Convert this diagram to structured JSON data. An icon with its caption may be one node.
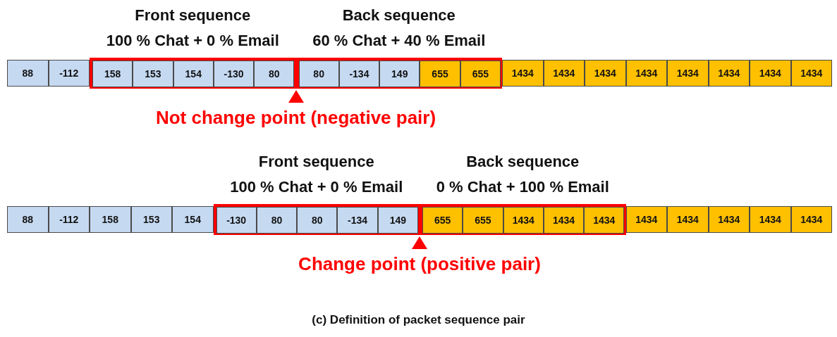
{
  "diagram": {
    "caption": "(c) Definition of packet sequence pair",
    "nodes": [
      {
        "text": [
          "88"
        ]
      },
      {
        "text": [
          "-112"
        ]
      },
      {
        "text": [
          "Front sequence",
          "100 % Chat + 0 % Email"
        ]
      },
      {
        "text": [
          "158"
        ],
        "in": 2
      },
      {
        "text": [
          "153"
        ],
        "in": 2
      },
      {
        "text": [
          "154"
        ],
        "in": 2
      },
      {
        "text": [
          "-130"
        ],
        "in": 2
      },
      {
        "text": [
          "80"
        ],
        "in": 2
      },
      {
        "text": [
          "Back sequence",
          "60 % Chat + 40 % Email"
        ]
      },
      {
        "text": [
          "80"
        ],
        "in": 8
      },
      {
        "text": [
          "-134"
        ],
        "in": 8
      },
      {
        "text": [
          "149"
        ],
        "in": 8
      },
      {
        "text": [
          "655"
        ],
        "in": 8
      },
      {
        "text": [
          "655"
        ],
        "in": 8
      },
      {
        "text": [
          "1434"
        ]
      },
      {
        "text": [
          "1434"
        ]
      },
      {
        "text": [
          "1434"
        ]
      },
      {
        "text": [
          "1434"
        ]
      },
      {
        "text": [
          "1434"
        ]
      },
      {
        "text": [
          "1434"
        ]
      },
      {
        "text": [
          "1434"
        ]
      },
      {
        "text": [
          "1434"
        ]
      },
      {
        "text": [
          "88"
        ]
      },
      {
        "text": [
          "-112"
        ]
      },
      {
        "text": [
          "158"
        ]
      },
      {
        "text": [
          "153"
        ]
      },
      {
        "text": [
          "154"
        ]
      },
      {
        "text": [
          "Front sequence",
          "100 % Chat + 0 % Email"
        ]
      },
      {
        "text": [
          "-130"
        ],
        "in": 27
      },
      {
        "text": [
          "80"
        ],
        "in": 27
      },
      {
        "text": [
          "80"
        ],
        "in": 27
      },
      {
        "text": [
          "-134"
        ],
        "in": 27
      },
      {
        "text": [
          "149"
        ],
        "in": 27
      },
      {
        "text": [
          "Back sequence",
          "0 % Chat + 100 % Email"
        ]
      },
      {
        "text": [
          "655"
        ],
        "in": 33
      },
      {
        "text": [
          "655"
        ],
        "in": 33
      },
      {
        "text": [
          "1434"
        ],
        "in": 33
      },
      {
        "text": [
          "1434"
        ],
        "in": 33
      },
      {
        "text": [
          "1434"
        ],
        "in": 33
      },
      {
        "text": [
          "1434"
        ]
      },
      {
        "text": [
          "1434"
        ]
      },
      {
        "text": [
          "1434"
        ]
      },
      {
        "text": [
          "1434"
        ]
      },
      {
        "text": [
          "1434"
        ]
      }
    ],
    "labels": [
      "Not change point (negative pair)",
      "Change point (positive pair)"
    ]
  }
}
